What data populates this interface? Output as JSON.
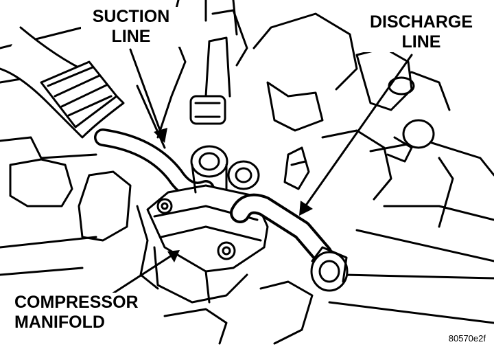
{
  "callouts": {
    "suction": [
      "SUCTION",
      "LINE"
    ],
    "discharge": [
      "DISCHARGE",
      "LINE"
    ],
    "manifold": [
      "COMPRESSOR",
      "MANIFOLD"
    ]
  },
  "figure_code": "80570e2f",
  "colors": {
    "ink": "#000000",
    "paper": "#ffffff"
  }
}
